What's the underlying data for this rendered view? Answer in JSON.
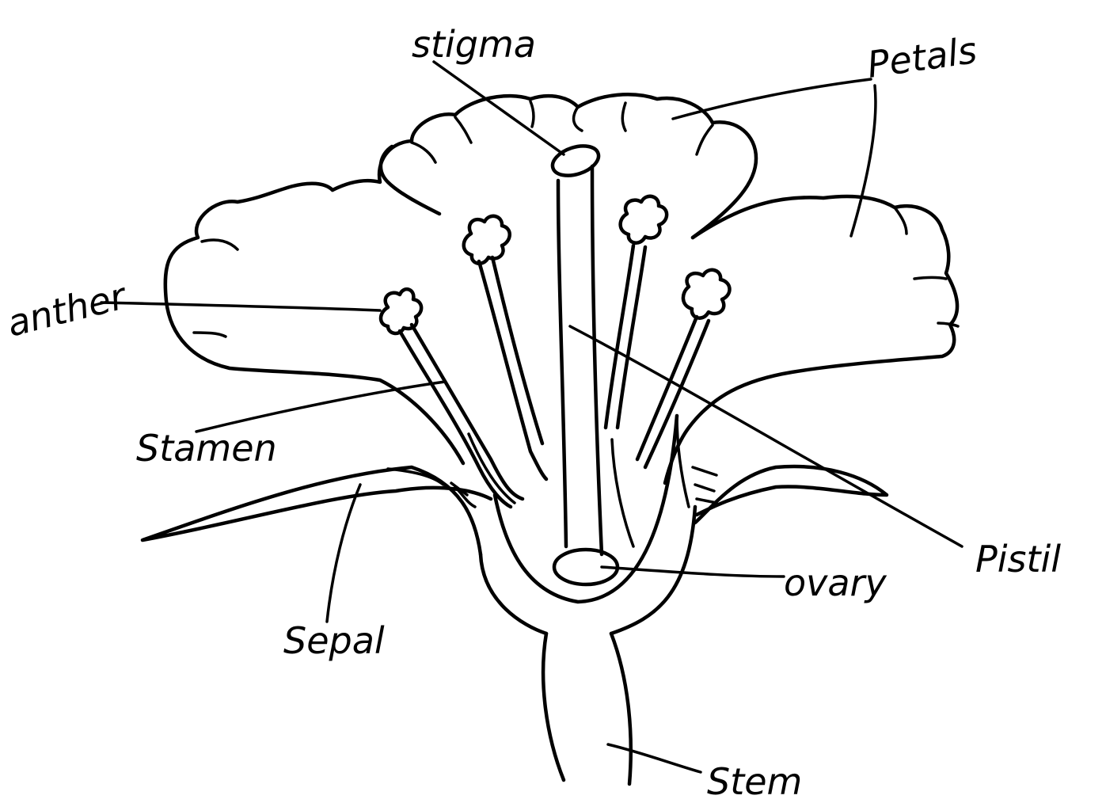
{
  "labels": {
    "stigma": "stigma",
    "petals": "Petals",
    "anther": "anther",
    "stamen": "Stamen",
    "sepal": "Sepal",
    "pistil": "Pistil",
    "ovary": "ovary",
    "stem": "Stem"
  },
  "colors": {
    "ink": "#000000",
    "background": "#ffffff"
  }
}
